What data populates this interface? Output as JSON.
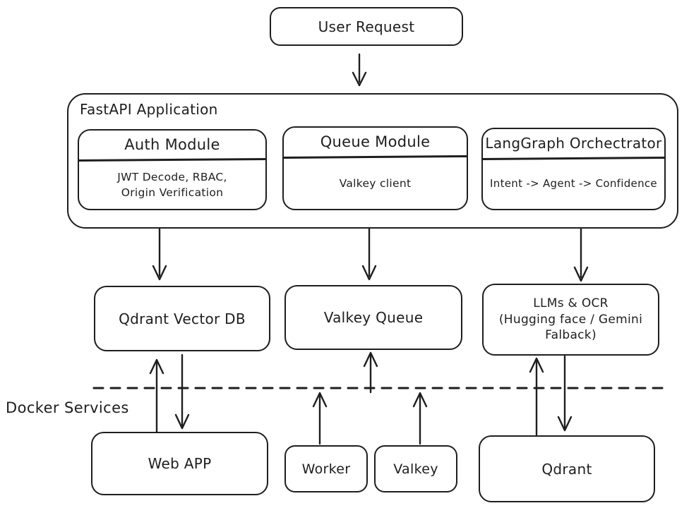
{
  "colors": {
    "stroke": "#1e1e1e",
    "background": "#ffffff"
  },
  "nodes": {
    "user_request": {
      "label": "User Request"
    },
    "fastapi_container": {
      "label": "FastAPI Application"
    },
    "auth_module": {
      "title": "Auth Module",
      "body_lines": [
        "JWT Decode, RBAC,",
        "Origin Verification"
      ]
    },
    "queue_module": {
      "title": "Queue Module",
      "body_lines": [
        "Valkey client"
      ]
    },
    "langgraph_module": {
      "title": "LangGraph Orchectrator",
      "body_lines": [
        "Intent -> Agent -> Confidence"
      ]
    },
    "qdrant_vector_db": {
      "label": "Qdrant Vector DB"
    },
    "valkey_queue": {
      "label": "Valkey Queue"
    },
    "llms_ocr": {
      "lines": [
        "LLMs & OCR",
        "(Hugging face / Gemini",
        "Falback)"
      ]
    },
    "docker_services": {
      "label": "Docker Services"
    },
    "web_app": {
      "label": "Web APP"
    },
    "worker": {
      "label": "Worker"
    },
    "valkey": {
      "label": "Valkey"
    },
    "qdrant": {
      "label": "Qdrant"
    }
  },
  "edges": [
    {
      "from": "user_request",
      "to": "fastapi_container",
      "direction": "down"
    },
    {
      "from": "auth_module",
      "to": "qdrant_vector_db",
      "direction": "down"
    },
    {
      "from": "queue_module",
      "to": "valkey_queue",
      "direction": "down"
    },
    {
      "from": "langgraph_module",
      "to": "llms_ocr",
      "direction": "down"
    },
    {
      "from": "web_app",
      "to": "qdrant_vector_db",
      "direction": "up"
    },
    {
      "from": "qdrant_vector_db",
      "to": "web_app",
      "direction": "down"
    },
    {
      "from": "worker",
      "to": "valkey_queue",
      "direction": "up"
    },
    {
      "from": "valkey",
      "to": "valkey_queue",
      "direction": "up"
    },
    {
      "from": "qdrant",
      "to": "llms_ocr",
      "direction": "up"
    },
    {
      "from": "llms_ocr",
      "to": "qdrant",
      "direction": "down"
    }
  ]
}
